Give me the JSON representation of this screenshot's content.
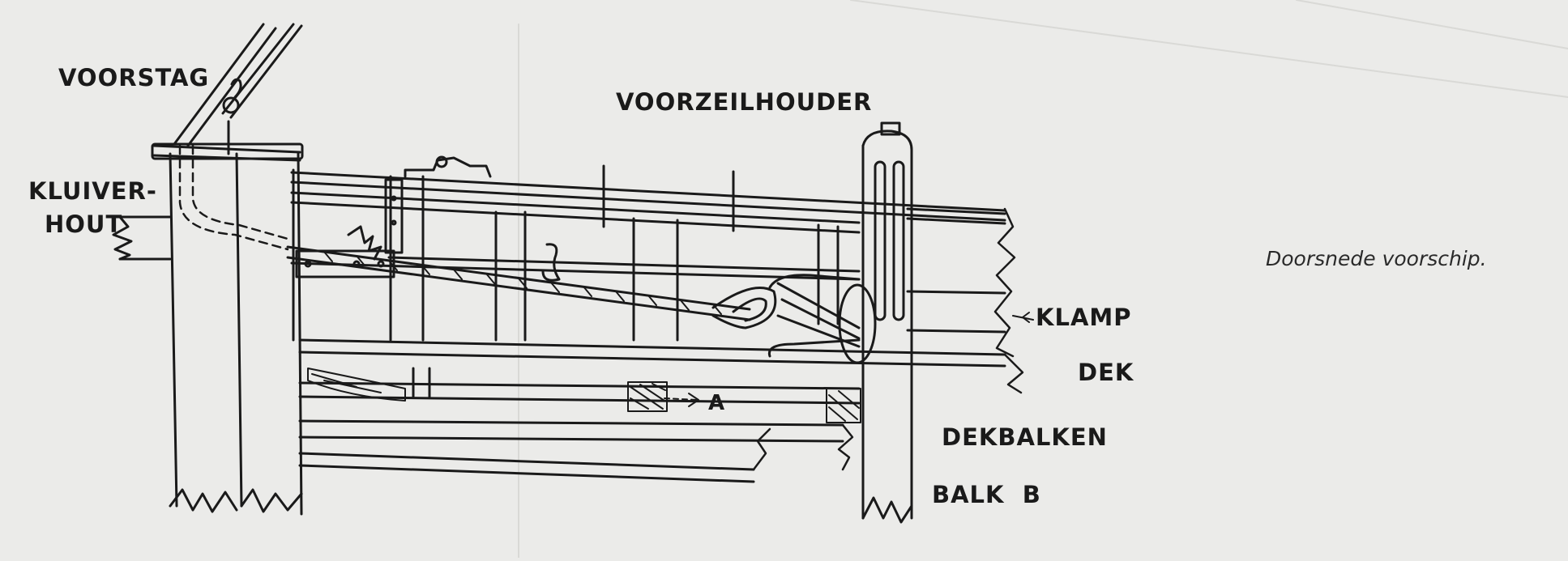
{
  "labels": {
    "voorstag": "VOORSTAG",
    "kluiverhout_1": "KLUIVER-",
    "kluiverhout_2": "HOUT",
    "voorzeilhouder": "VOORZEILHOUDER",
    "klamp": "KLAMP",
    "dek": "DEK",
    "dekbalken": "DEKBALKEN",
    "balk_b": "BALK  B",
    "a": "A"
  },
  "caption": "Doorsnede voorschip.",
  "colors": {
    "paper": "#ebebe9",
    "ink": "#1a1a1a"
  }
}
